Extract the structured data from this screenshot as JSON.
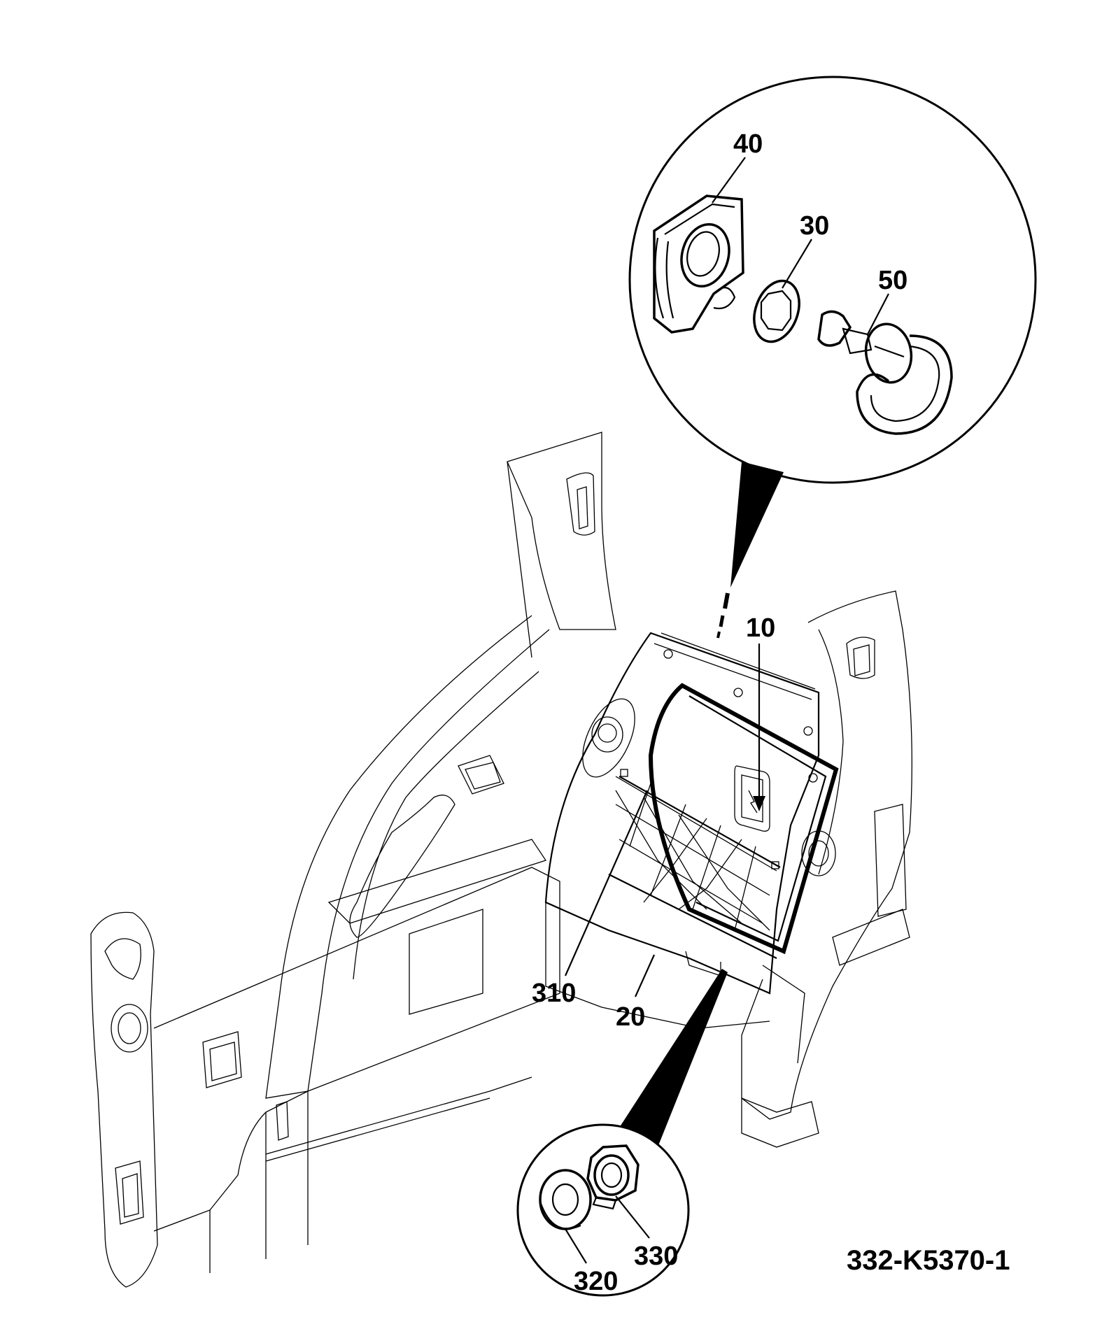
{
  "drawing_number": "332-K5370-1",
  "callouts": {
    "c10": "10",
    "c20": "20",
    "c30": "30",
    "c40": "40",
    "c50": "50",
    "c310": "310",
    "c320": "320",
    "c330": "330"
  }
}
